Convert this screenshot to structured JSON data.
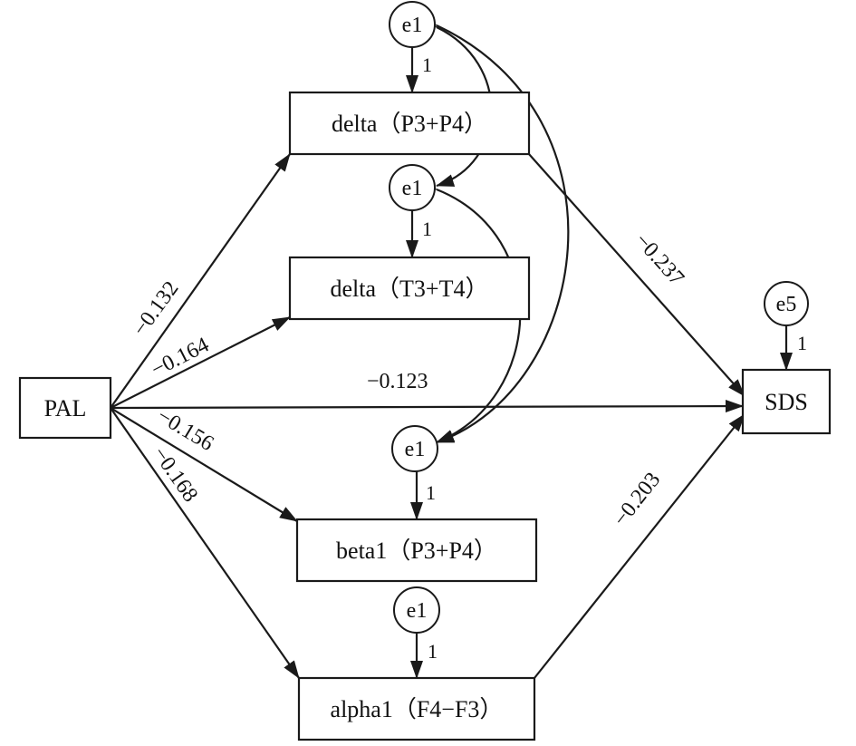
{
  "nodes": {
    "pal": "PAL",
    "sds": "SDS",
    "delta_p": "delta（P3+P4）",
    "delta_t": "delta（T3+T4）",
    "beta1": "beta1（P3+P4）",
    "alpha1": "alpha1（F4−F3）"
  },
  "errors": {
    "e1_delta_p": "e1",
    "e1_delta_t": "e1",
    "e1_beta1": "e1",
    "e1_alpha1": "e1",
    "e5_sds": "e5"
  },
  "error_loadings": {
    "delta_p": "1",
    "delta_t": "1",
    "beta1": "1",
    "alpha1": "1",
    "sds": "1"
  },
  "coefficients": {
    "pal_delta_p": "−0.132",
    "pal_delta_t": "−0.164",
    "pal_sds": "−0.123",
    "pal_beta1": "−0.156",
    "pal_alpha1": "−0.168",
    "delta_p_sds": "−0.237",
    "alpha1_sds": "−0.203"
  },
  "colors": {
    "stroke": "#1a1a1a",
    "background": "#ffffff"
  }
}
